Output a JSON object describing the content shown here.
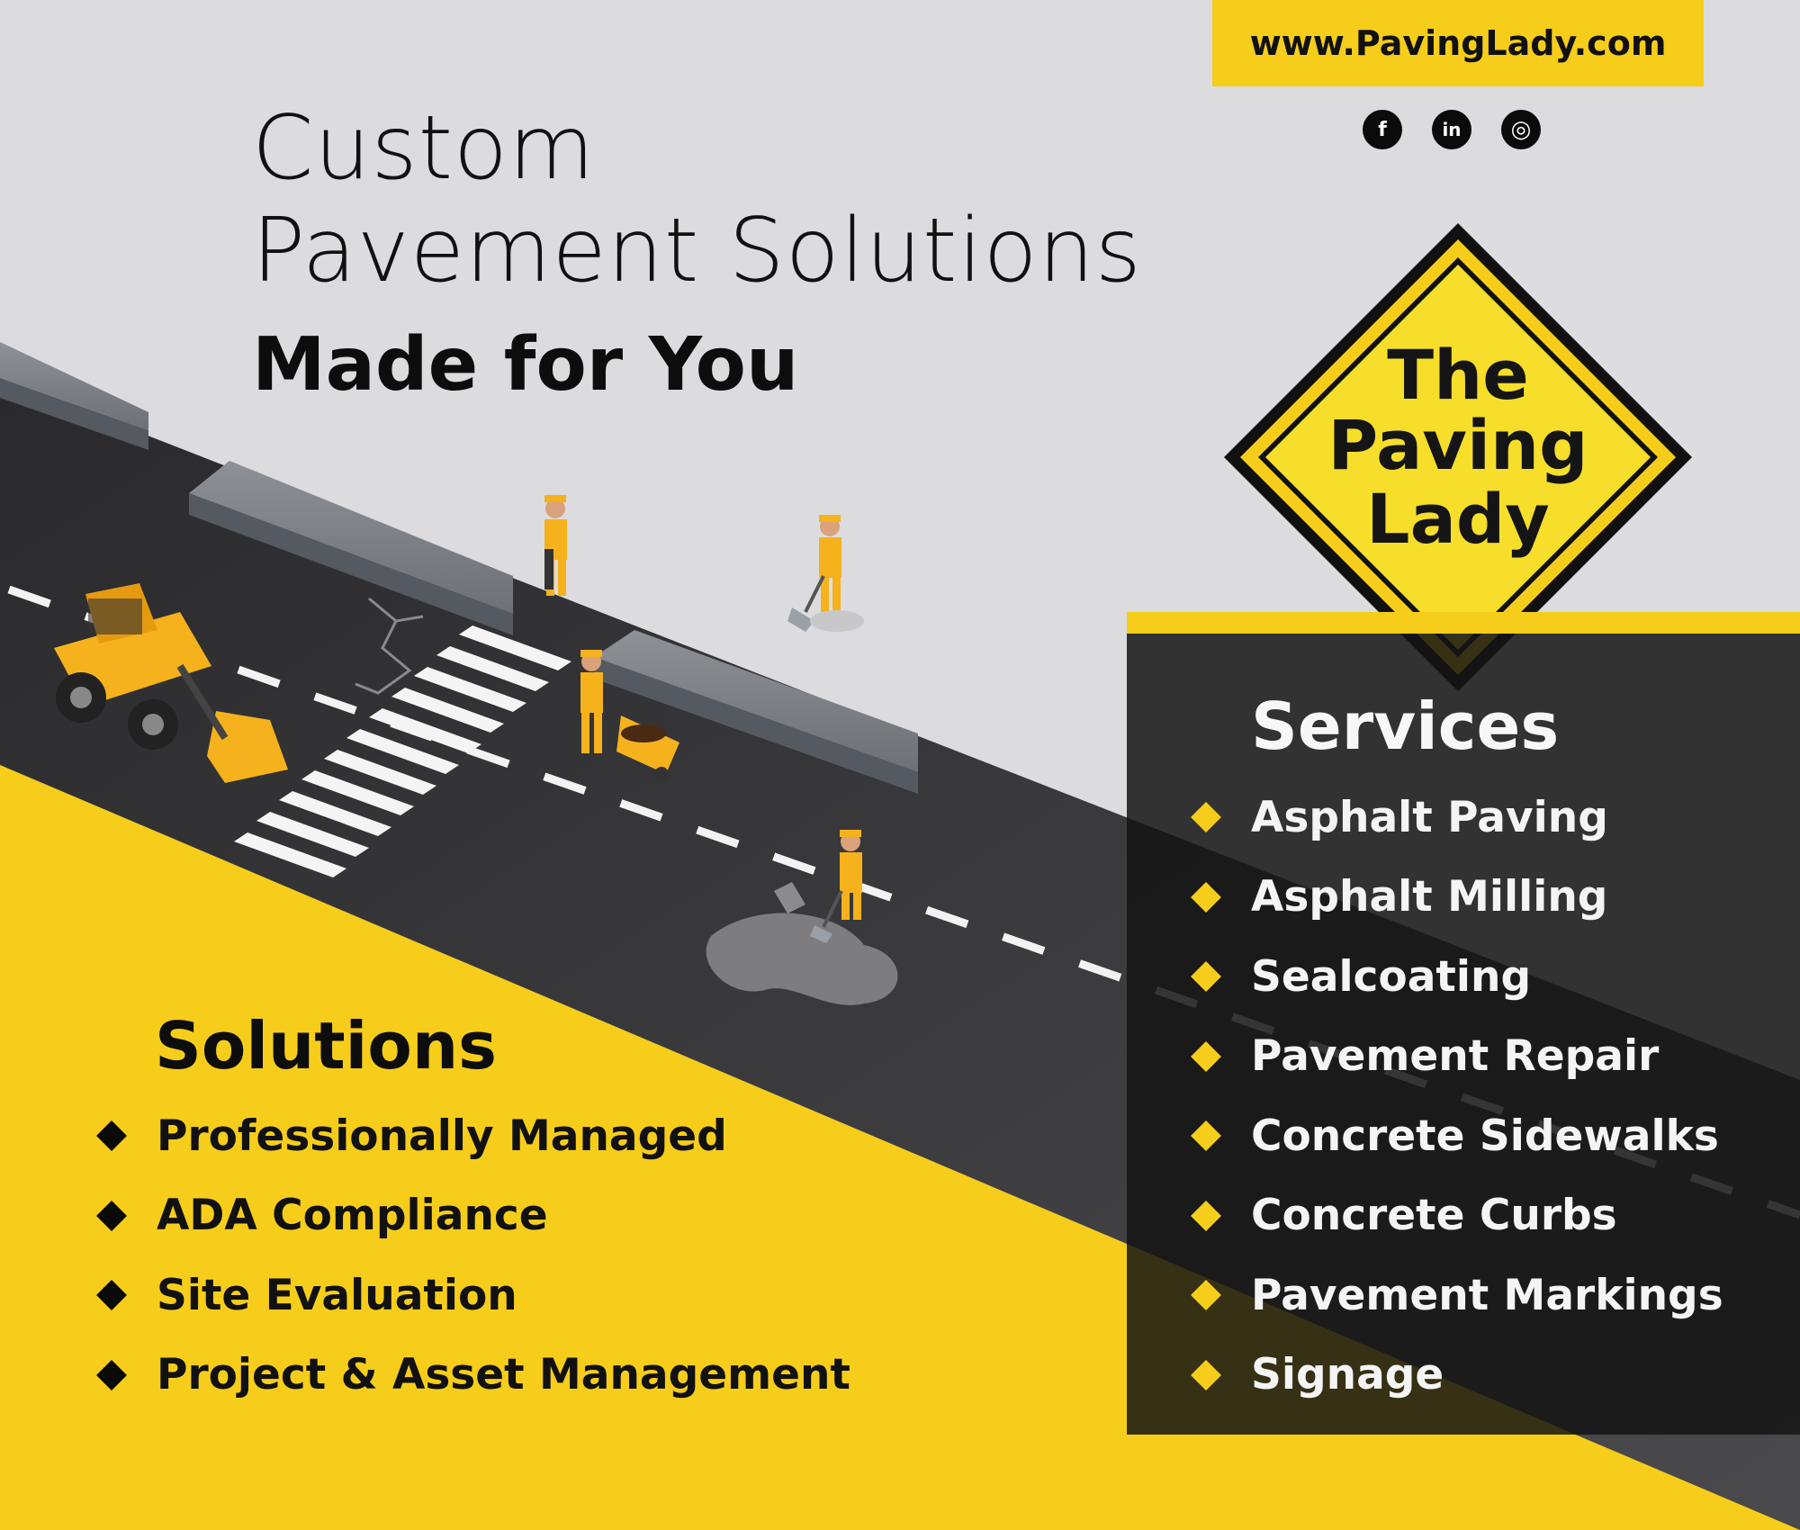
{
  "website": "www.PavingLady.com",
  "social": [
    {
      "name": "facebook",
      "glyph": "f"
    },
    {
      "name": "linkedin",
      "glyph": "in"
    },
    {
      "name": "instagram",
      "glyph": "◎"
    }
  ],
  "headline": {
    "line1": "Custom",
    "line2": "Pavement Solutions",
    "line3": "Made for You"
  },
  "logo": {
    "line1": "The",
    "line2": "Paving",
    "line3": "Lady"
  },
  "services": {
    "title": "Services",
    "items": [
      "Asphalt Paving",
      "Asphalt Milling",
      "Sealcoating",
      "Pavement Repair",
      "Concrete Sidewalks",
      "Concrete Curbs",
      "Pavement Markings",
      "Signage"
    ]
  },
  "solutions": {
    "title": "Solutions",
    "items": [
      "Professionally Managed",
      "ADA Compliance",
      "Site Evaluation",
      "Project & Asset Management"
    ]
  },
  "colors": {
    "brand_yellow": "#f6cd1a",
    "background_gray": "#dcdcde",
    "asphalt": "#3a3a3c",
    "panel_dark": "#141414"
  }
}
